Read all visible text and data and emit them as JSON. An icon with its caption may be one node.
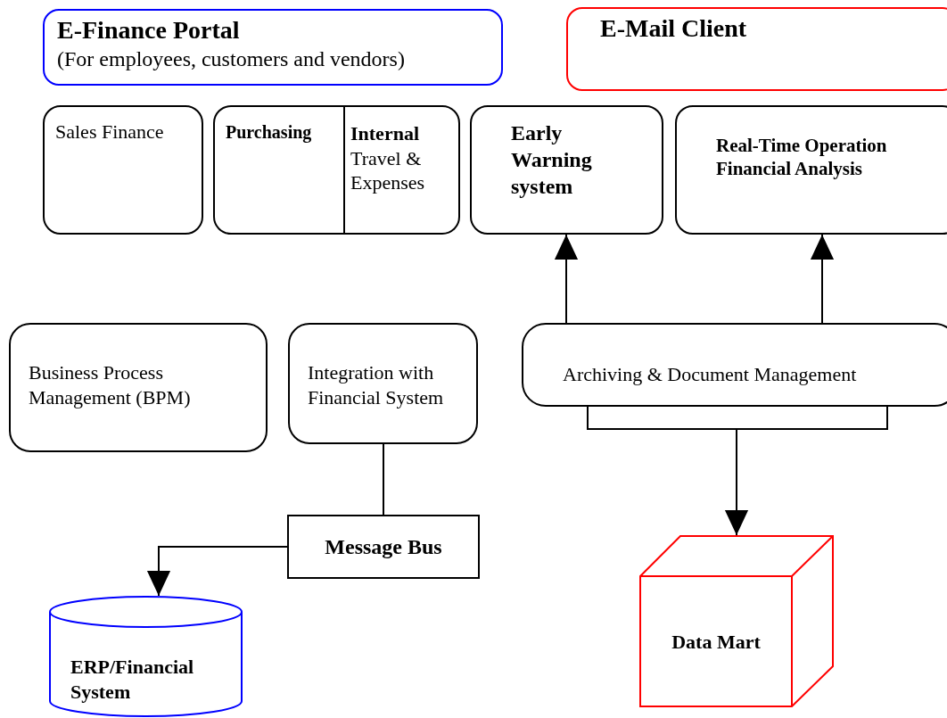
{
  "diagram": {
    "nodes": [
      {
        "text": [
          "E-Finance Portal",
          "(For employees, customers and vendors)"
        ]
      },
      {
        "text": [
          "E-Mail Client"
        ]
      },
      {
        "text": [
          "Sales Finance"
        ]
      },
      {
        "text": [
          "Purchasing",
          "**Internal** Travel & Expenses"
        ]
      },
      {
        "text": [
          "Early Warning system"
        ]
      },
      {
        "text": [
          "Real-Time Operation Financial Analysis"
        ]
      },
      {
        "text": [
          "Business Process Management (BPM)"
        ]
      },
      {
        "text": [
          "Integration with Financial System"
        ]
      },
      {
        "text": [
          "Archiving & Document Management"
        ]
      },
      {
        "text": [
          "Message Bus"
        ]
      },
      {
        "text": [
          "ERP/Financial System"
        ]
      },
      {
        "text": [
          "Data Mart"
        ]
      }
    ],
    "edges": [
      {
        "from": 8,
        "to": 4,
        "arrow": "to"
      },
      {
        "from": 8,
        "to": 5,
        "arrow": "to"
      },
      {
        "from": 7,
        "to": 9,
        "arrow": "none"
      },
      {
        "from": 9,
        "to": 10,
        "arrow": "to"
      },
      {
        "from": 8,
        "to": 11,
        "arrow": "to"
      }
    ]
  }
}
